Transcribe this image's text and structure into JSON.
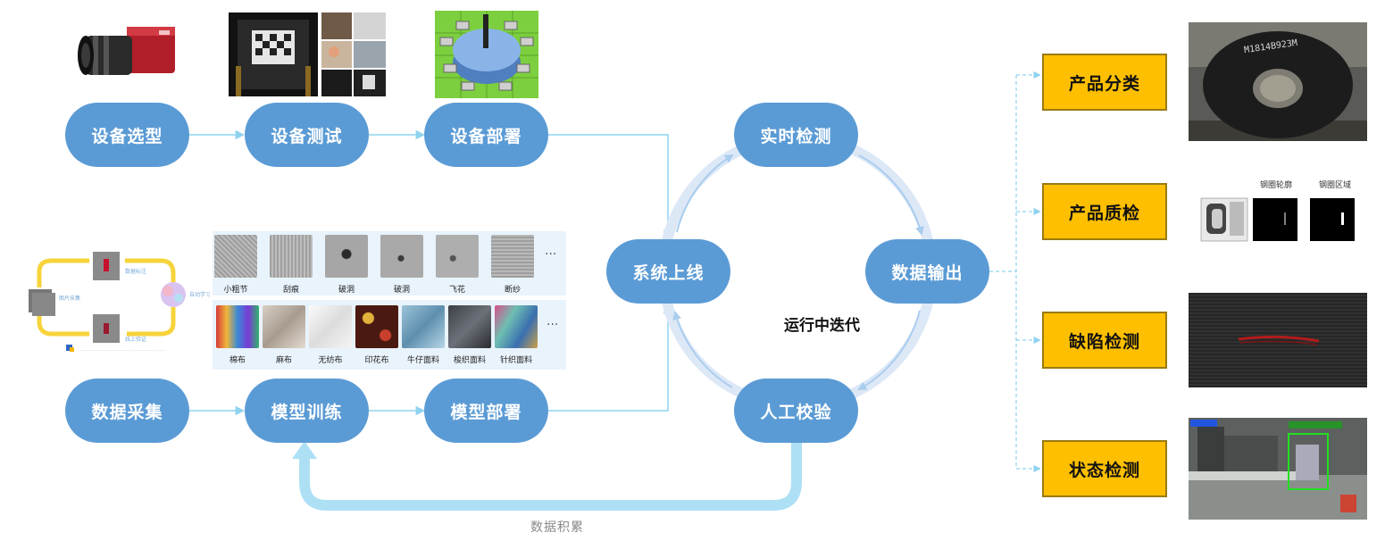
{
  "title_center": "运行中迭代",
  "feedback_label": "数据积累",
  "top_row": [
    "设备选型",
    "设备测试",
    "设备部署"
  ],
  "bottom_row": [
    "数据采集",
    "模型训练",
    "模型部署"
  ],
  "cycle": {
    "system_online": "系统上线",
    "realtime": "实时检测",
    "data_output": "数据输出",
    "manual_check": "人工校验"
  },
  "outputs": [
    "产品分类",
    "产品质检",
    "缺陷检测",
    "状态检测"
  ],
  "defects": [
    "小粗节",
    "刮痕",
    "破洞",
    "破洞",
    "飞花",
    "断纱"
  ],
  "fabrics": [
    "棉布",
    "麻布",
    "无纺布",
    "印花布",
    "牛仔面料",
    "梭织面料",
    "针织面料"
  ],
  "more": "···",
  "steel_coil_code": "M1814B923M",
  "quality_titles": [
    "钢圈轮廓",
    "钢圈区域"
  ],
  "colors": {
    "node": "#5b9bd5",
    "output": "#fdbf00",
    "connector": "#8fd3ef",
    "cycle_ring": "#dde8f7",
    "feedback": "#aee0f5"
  }
}
